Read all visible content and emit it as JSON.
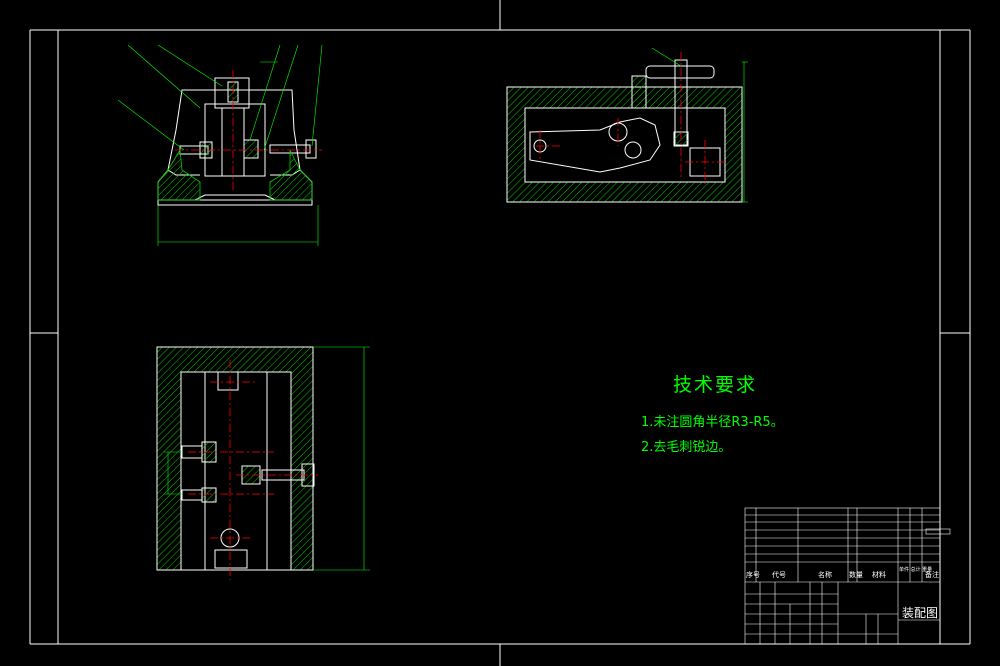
{
  "technical_requirements": {
    "title": "技术要求",
    "notes": [
      "1.未注圆角半径R3-R5。",
      "2.去毛刺锐边。"
    ]
  },
  "title_block": {
    "drawing_title": "装配图",
    "header_labels": [
      "序号",
      "代号",
      "名称",
      "数量",
      "材料",
      "单件 总计 重量",
      "备注"
    ]
  },
  "colors": {
    "background": "#000000",
    "outline": "#ffffff",
    "centerline": "#ff0000",
    "hatch": "#00ff00",
    "dimension": "#00ff00",
    "text": "#00ff00"
  }
}
